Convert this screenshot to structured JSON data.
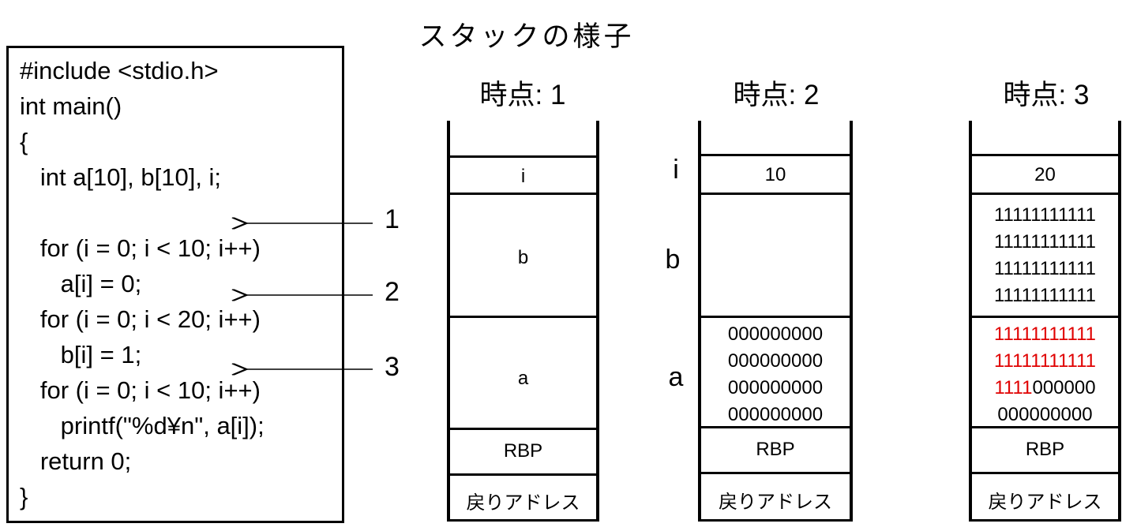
{
  "title": "スタックの様子",
  "code": {
    "lines": [
      "#include <stdio.h>",
      "int main()",
      "{",
      "   int a[10], b[10], i;",
      "",
      "   for (i = 0; i < 10; i++)",
      "      a[i] = 0;",
      "   for (i = 0; i < 20; i++)",
      "      b[i] = 1;",
      "   for (i = 0; i < 10; i++)",
      "      printf(\"%d¥n\", a[i]);",
      "   return 0;",
      "}"
    ]
  },
  "markers": [
    "1",
    "2",
    "3"
  ],
  "time_labels": [
    "時点: 1",
    "時点: 2",
    "時点: 3"
  ],
  "stack1": {
    "i": "i",
    "b": "b",
    "a": "a",
    "rbp": "RBP",
    "ret": "戻りアドレス"
  },
  "side_labels": {
    "i": "i",
    "b": "b",
    "a": "a"
  },
  "stack2": {
    "i": "10",
    "a_rows": [
      "000000000",
      "000000000",
      "000000000",
      "000000000"
    ],
    "rbp": "RBP",
    "ret": "戻りアドレス"
  },
  "stack3": {
    "i": "20",
    "b_rows": [
      "11111111111",
      "11111111111",
      "11111111111",
      "11111111111"
    ],
    "a_row1": "11111111111",
    "a_row2": "11111111111",
    "a_row3_red": "1111",
    "a_row3_black": "000000",
    "a_row4": "000000000",
    "rbp": "RBP",
    "ret": "戻りアドレス"
  },
  "colors": {
    "overflow": "#e00000"
  }
}
